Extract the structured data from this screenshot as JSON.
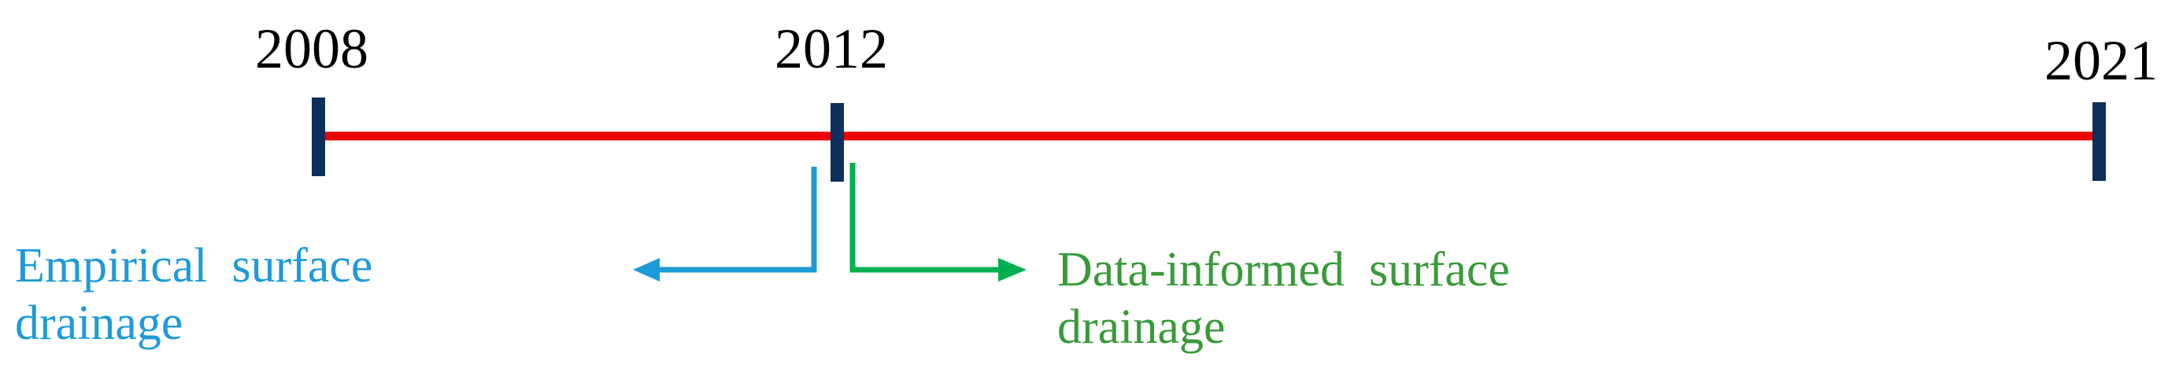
{
  "timeline": {
    "years": [
      {
        "label": "2008"
      },
      {
        "label": "2012"
      },
      {
        "label": "2021"
      }
    ],
    "colors": {
      "line": "#ee0000",
      "tick": "#0d2f5c",
      "empirical": "#1e9bd7",
      "data_informed": "#00b050",
      "data_informed_text": "#3a9a3a"
    }
  },
  "captions": {
    "empirical": {
      "line1": "Empirical  surface",
      "line2": "drainage"
    },
    "data_informed": {
      "line1": "Data-informed  surface",
      "line2": "drainage"
    }
  }
}
